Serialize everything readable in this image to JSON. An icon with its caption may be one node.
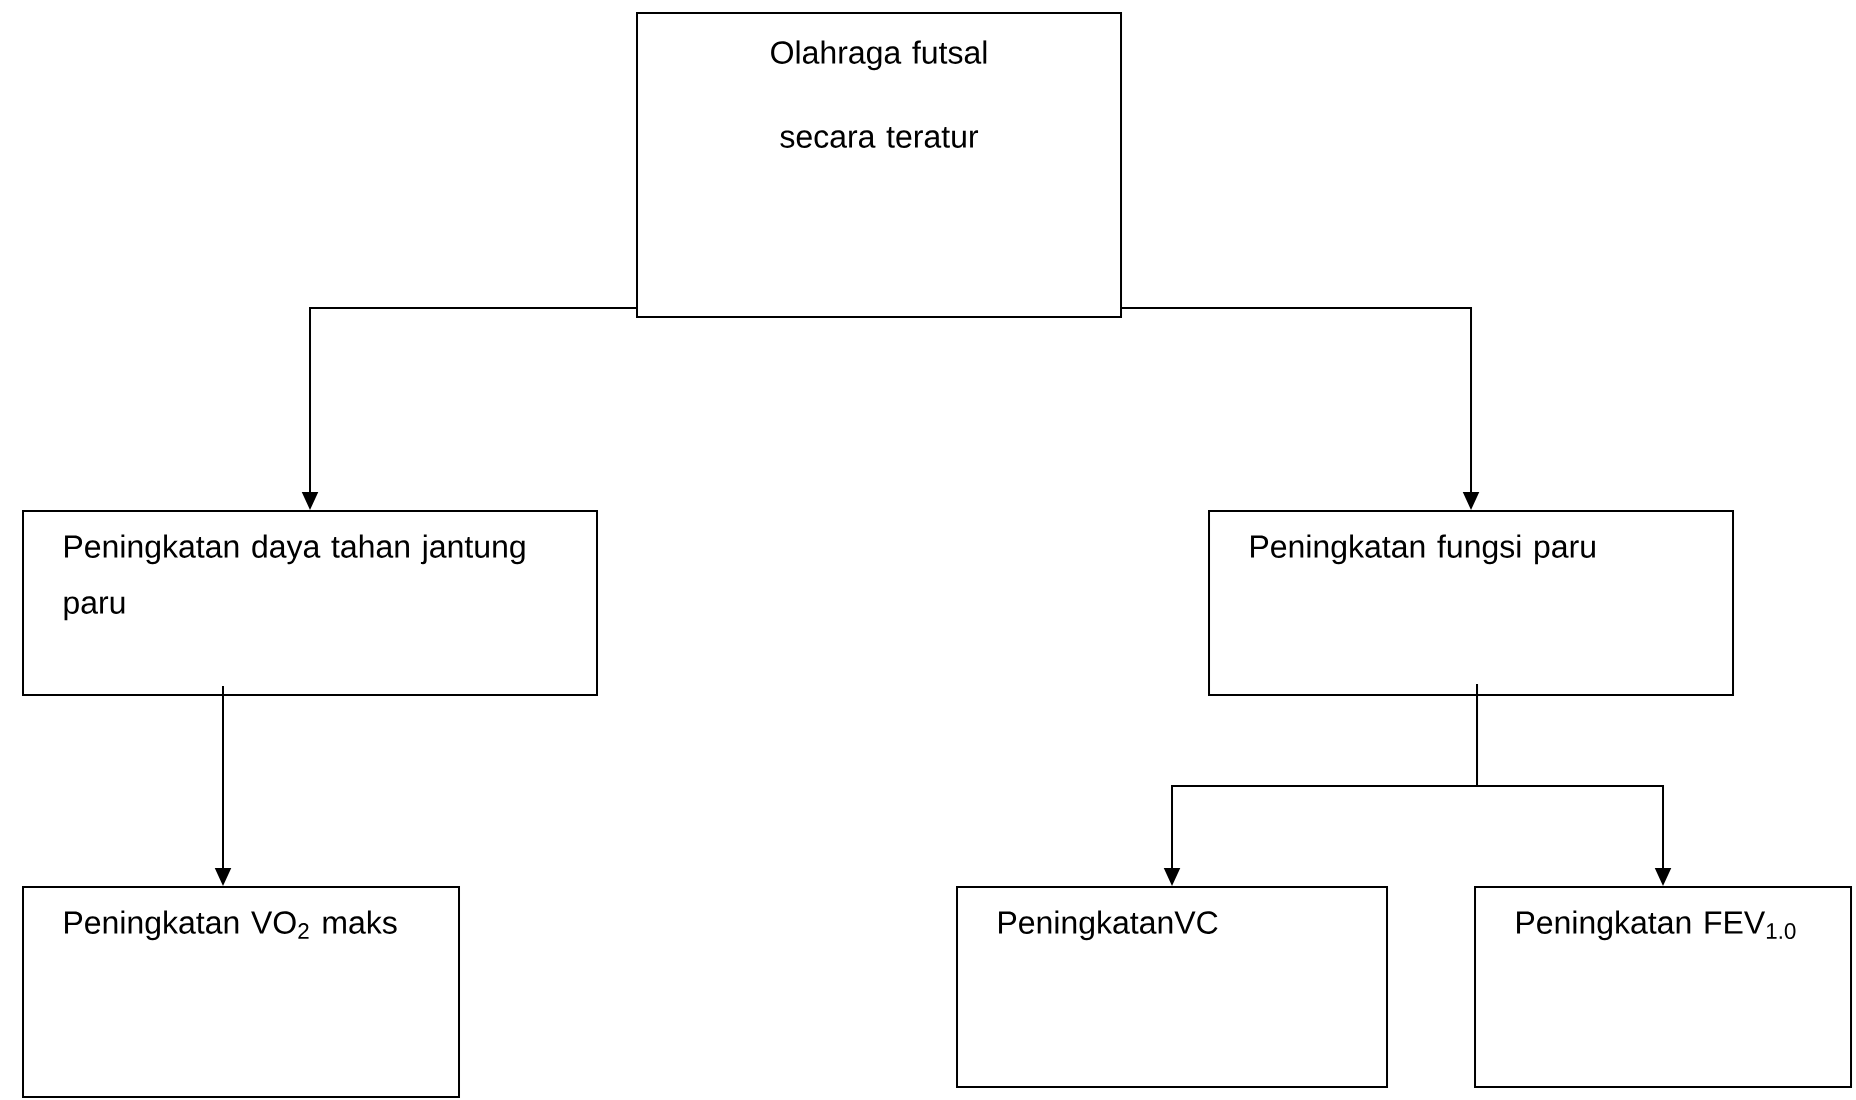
{
  "diagram": {
    "nodes": [
      {
        "text": [
          "Olahraga futsal secara teratur"
        ]
      },
      {
        "text": [
          "Peningkatan daya tahan jantung paru"
        ]
      },
      {
        "text": [
          "Peningkatan fungsi paru"
        ]
      },
      {
        "text": [
          "Peningkatan VO$_{2}$ maks"
        ]
      },
      {
        "text": [
          "PeningkatanVC"
        ]
      },
      {
        "text": [
          "Peningkatan FEV$_{1.0}$"
        ]
      }
    ],
    "edges": [
      {
        "from": 0,
        "to": 1,
        "arrow": "to"
      },
      {
        "from": 0,
        "to": 2,
        "arrow": "to"
      },
      {
        "from": 1,
        "to": 3,
        "arrow": "to"
      },
      {
        "from": 2,
        "to": 4,
        "arrow": "to"
      },
      {
        "from": 2,
        "to": 5,
        "arrow": "to"
      }
    ]
  }
}
